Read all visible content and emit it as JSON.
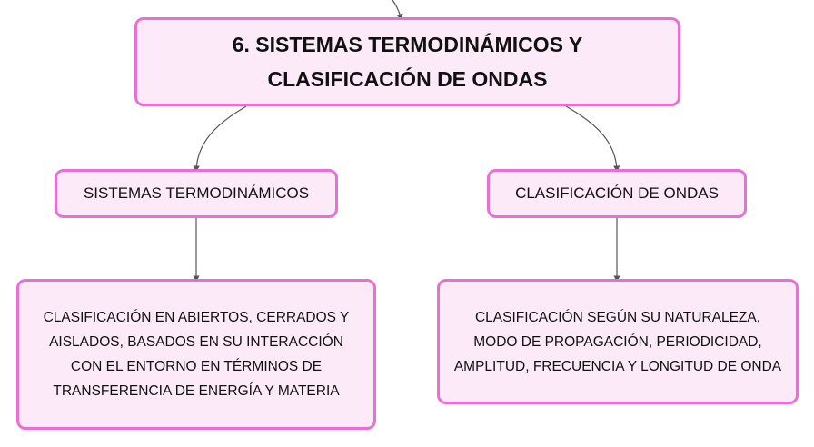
{
  "diagram": {
    "root": {
      "label": "6. SISTEMAS TERMODINÁMICOS Y CLASIFICACIÓN DE ONDAS"
    },
    "branches": [
      {
        "label": "SISTEMAS TERMODINÁMICOS",
        "child": {
          "label": "CLASIFICACIÓN EN ABIERTOS, CERRADOS Y AISLADOS, BASADOS EN SU INTERACCIÓN CON EL ENTORNO EN TÉRMINOS DE TRANSFERENCIA DE ENERGÍA Y MATERIA"
        }
      },
      {
        "label": "CLASIFICACIÓN DE ONDAS",
        "child": {
          "label": "CLASIFICACIÓN SEGÚN SU NATURALEZA, MODO DE PROPAGACIÓN, PERIODICIDAD, AMPLITUD, FRECUENCIA Y LONGITUD DE ONDA"
        }
      }
    ],
    "colors": {
      "node_fill": "#fdeaf8",
      "node_border": "#e86fd6",
      "connector": "#555555",
      "text": "#111111"
    }
  }
}
